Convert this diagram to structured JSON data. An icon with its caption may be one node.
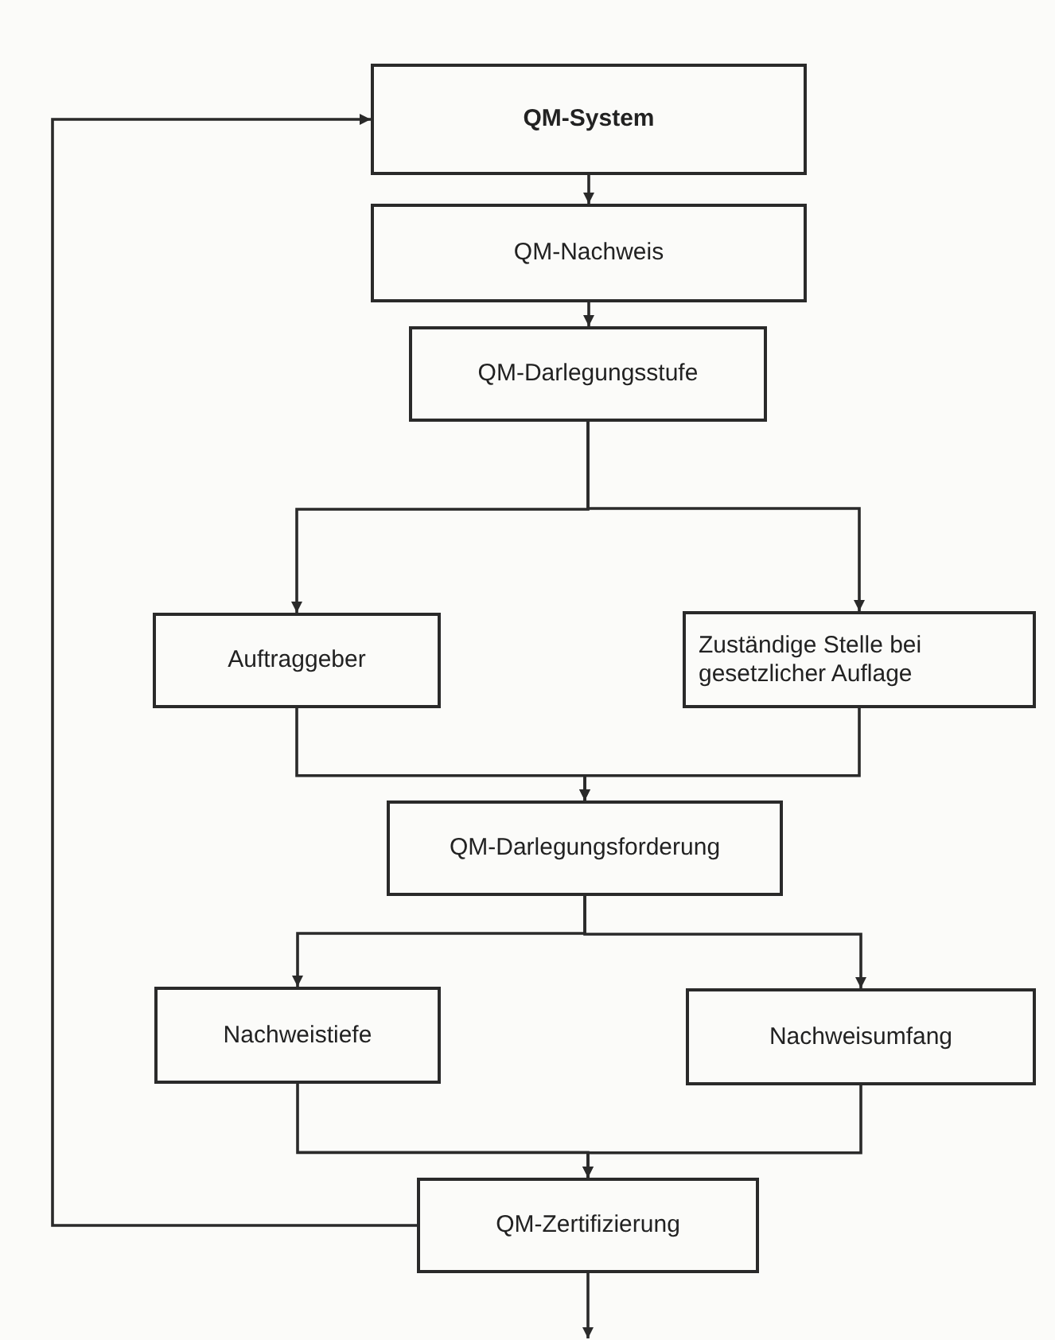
{
  "diagram": {
    "nodes": [
      {
        "text": [
          "QM-System"
        ]
      },
      {
        "text": [
          "QM-Nachweis"
        ]
      },
      {
        "text": [
          "QM-Darlegungsstufe"
        ]
      },
      {
        "text": [
          "Auftraggeber"
        ]
      },
      {
        "text": [
          "Zuständige Stelle bei gesetzlicher Auflage"
        ]
      },
      {
        "text": [
          "QM-Darlegungsforderung"
        ]
      },
      {
        "text": [
          "Nachweistiefe"
        ]
      },
      {
        "text": [
          "Nachweisumfang"
        ]
      },
      {
        "text": [
          "QM-Zertifizierung"
        ]
      }
    ],
    "edges": [
      {
        "from": 0,
        "to": 1,
        "arrow": "to"
      },
      {
        "from": 1,
        "to": 2,
        "arrow": "to"
      },
      {
        "from": 2,
        "to": 3,
        "arrow": "to"
      },
      {
        "from": 2,
        "to": 4,
        "arrow": "to"
      },
      {
        "from": 3,
        "to": 5,
        "arrow": "to"
      },
      {
        "from": 4,
        "to": 5,
        "arrow": "to"
      },
      {
        "from": 5,
        "to": 6,
        "arrow": "to"
      },
      {
        "from": 5,
        "to": 7,
        "arrow": "to"
      },
      {
        "from": 6,
        "to": 8,
        "arrow": "to"
      },
      {
        "from": 7,
        "to": 8,
        "arrow": "to"
      },
      {
        "from": 8,
        "to": 0,
        "arrow": "to"
      },
      {
        "from": 8,
        "to": null,
        "arrow": "to"
      }
    ]
  }
}
